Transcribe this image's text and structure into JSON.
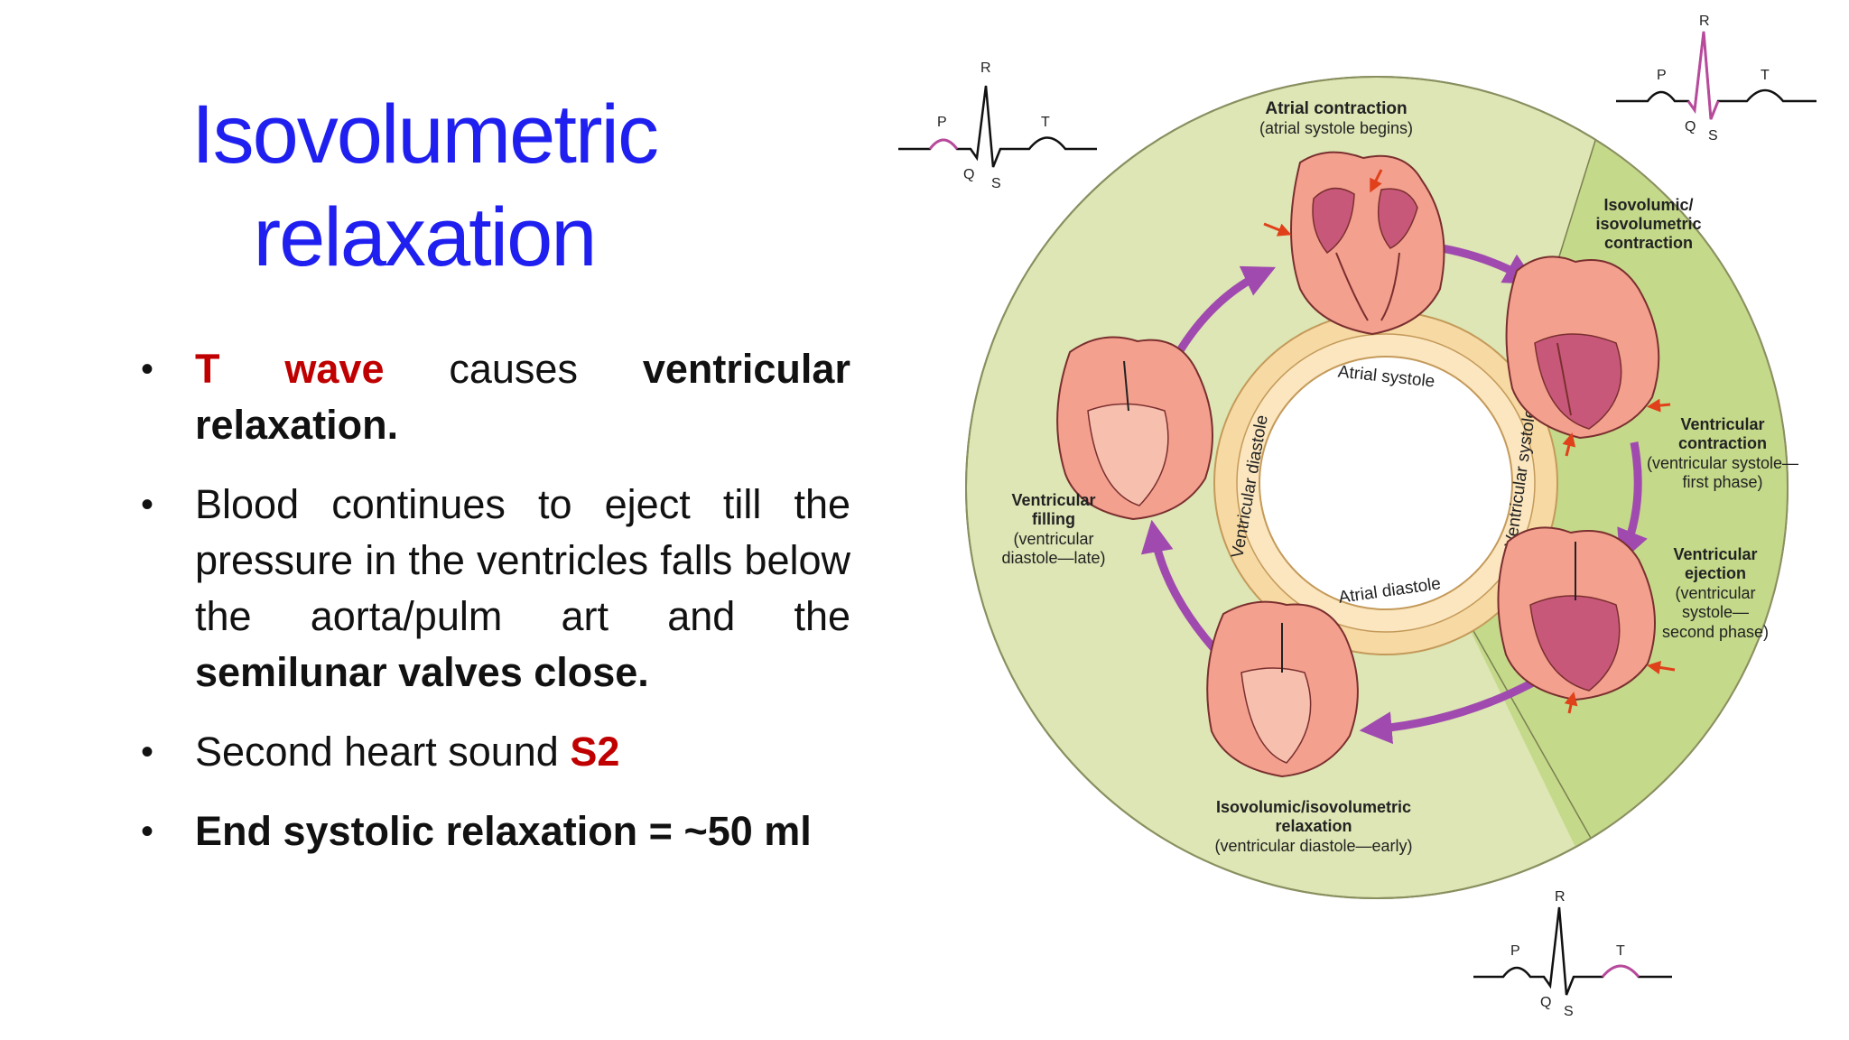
{
  "title": {
    "line1": "Isovolumetric",
    "line2": "relaxation"
  },
  "bullets": {
    "b1": {
      "t": "T",
      "wave": "wave",
      "causes": "causes",
      "ventricular": "ventricular",
      "relaxation": "relaxation."
    },
    "b2": {
      "text1": "Blood continues to eject till the pressure in the ventricles falls below the aorta/pulm art and the ",
      "bold": "semilunar valves close."
    },
    "b3": {
      "text": "Second heart sound ",
      "red": "S2"
    },
    "b4": {
      "text": "End systolic relaxation = ~50 ml"
    }
  },
  "diagram": {
    "phases": {
      "atrial_contraction": {
        "title": "Atrial contraction",
        "sub": "(atrial systole begins)"
      },
      "isovolumic_contraction": {
        "l1": "Isovolumic/",
        "l2": "isovolumetric",
        "l3": "contraction"
      },
      "ventricular_contraction": {
        "l1": "Ventricular",
        "l2": "contraction",
        "l3": "(ventricular systole—",
        "l4": "first phase)"
      },
      "ventricular_ejection": {
        "l1": "Ventricular",
        "l2": "ejection",
        "l3": "(ventricular",
        "l4": "systole—",
        "l5": "second phase)"
      },
      "isovolumic_relaxation": {
        "l1": "Isovolumic/isovolumetric",
        "l2": "relaxation",
        "l3": "(ventricular diastole—early)"
      },
      "ventricular_filling": {
        "l1": "Ventricular",
        "l2": "filling",
        "l3": "(ventricular",
        "l4": "diastole—late)"
      }
    },
    "ring": {
      "atrial_systole": "Atrial systole",
      "atrial_diastole": "Atrial diastole",
      "ventricular_diastole": "Ventricular diastole",
      "ventricular_systole": "Ventricular systole"
    },
    "ecg": {
      "R": "R",
      "P": "P",
      "T": "T",
      "Q": "Q",
      "S": "S"
    },
    "colors": {
      "diastole_bg": "#dde6b4",
      "systole_bg": "#c4d98a",
      "ring": "#f7d9a4",
      "arrow": "#a04ab0",
      "heart_light": "#f4a08e",
      "heart_dark": "#c8587a",
      "ecg_highlight": "#b84a9c"
    }
  }
}
